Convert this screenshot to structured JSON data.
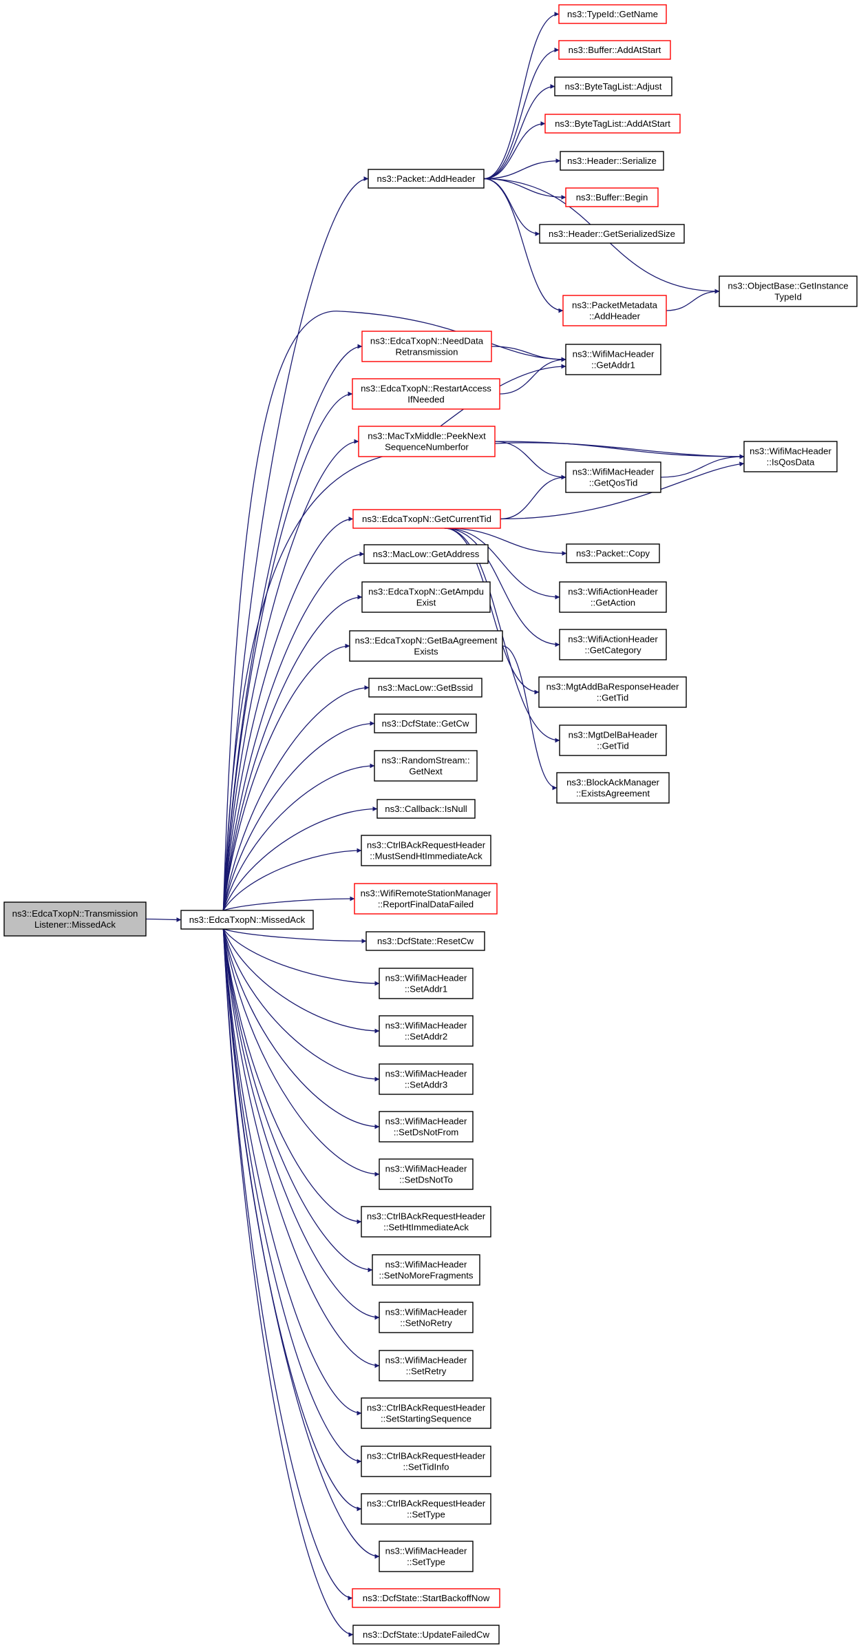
{
  "colors": {
    "edge": "#191970",
    "normal_border": "#000000",
    "truncated_border": "#ff0000",
    "root_fill": "#bfbfbf",
    "node_fill": "#ffffff"
  },
  "nodes": [
    {
      "id": "root",
      "lines": [
        "ns3::EdcaTxopN::Transmission",
        "Listener::MissedAck"
      ],
      "style": "root"
    },
    {
      "id": "missedack",
      "lines": [
        "ns3::EdcaTxopN::MissedAck"
      ],
      "style": "normal"
    },
    {
      "id": "addheader",
      "lines": [
        "ns3::Packet::AddHeader"
      ],
      "style": "normal"
    },
    {
      "id": "typeid_getname",
      "lines": [
        "ns3::TypeId::GetName"
      ],
      "style": "truncated"
    },
    {
      "id": "buffer_addatstart",
      "lines": [
        "ns3::Buffer::AddAtStart"
      ],
      "style": "truncated"
    },
    {
      "id": "btl_adjust",
      "lines": [
        "ns3::ByteTagList::Adjust"
      ],
      "style": "normal"
    },
    {
      "id": "btl_addatstart",
      "lines": [
        "ns3::ByteTagList::AddAtStart"
      ],
      "style": "truncated"
    },
    {
      "id": "header_serialize",
      "lines": [
        "ns3::Header::Serialize"
      ],
      "style": "normal"
    },
    {
      "id": "buffer_begin",
      "lines": [
        "ns3::Buffer::Begin"
      ],
      "style": "truncated"
    },
    {
      "id": "header_getsersize",
      "lines": [
        "ns3::Header::GetSerializedSize"
      ],
      "style": "normal"
    },
    {
      "id": "objectbase_getinstance",
      "lines": [
        "ns3::ObjectBase::GetInstance",
        "TypeId"
      ],
      "style": "normal"
    },
    {
      "id": "pktmeta_addheader",
      "lines": [
        "ns3::PacketMetadata",
        "::AddHeader"
      ],
      "style": "truncated"
    },
    {
      "id": "needdata",
      "lines": [
        "ns3::EdcaTxopN::NeedData",
        "Retransmission"
      ],
      "style": "truncated"
    },
    {
      "id": "getaddr1",
      "lines": [
        "ns3::WifiMacHeader",
        "::GetAddr1"
      ],
      "style": "normal"
    },
    {
      "id": "restartaccess",
      "lines": [
        "ns3::EdcaTxopN::RestartAccess",
        "IfNeeded"
      ],
      "style": "truncated"
    },
    {
      "id": "peeknext",
      "lines": [
        "ns3::MacTxMiddle::PeekNext",
        "SequenceNumberfor"
      ],
      "style": "truncated"
    },
    {
      "id": "isqosdata",
      "lines": [
        "ns3::WifiMacHeader",
        "::IsQosData"
      ],
      "style": "normal"
    },
    {
      "id": "getqostid",
      "lines": [
        "ns3::WifiMacHeader",
        "::GetQosTid"
      ],
      "style": "normal"
    },
    {
      "id": "getcurrenttid",
      "lines": [
        "ns3::EdcaTxopN::GetCurrentTid"
      ],
      "style": "truncated"
    },
    {
      "id": "packet_copy",
      "lines": [
        "ns3::Packet::Copy"
      ],
      "style": "normal"
    },
    {
      "id": "getaddress",
      "lines": [
        "ns3::MacLow::GetAddress"
      ],
      "style": "normal"
    },
    {
      "id": "getampdu",
      "lines": [
        "ns3::EdcaTxopN::GetAmpdu",
        "Exist"
      ],
      "style": "normal"
    },
    {
      "id": "getaction",
      "lines": [
        "ns3::WifiActionHeader",
        "::GetAction"
      ],
      "style": "normal"
    },
    {
      "id": "getbaagreement",
      "lines": [
        "ns3::EdcaTxopN::GetBaAgreement",
        "Exists"
      ],
      "style": "normal"
    },
    {
      "id": "getcategory",
      "lines": [
        "ns3::WifiActionHeader",
        "::GetCategory"
      ],
      "style": "normal"
    },
    {
      "id": "getbssid",
      "lines": [
        "ns3::MacLow::GetBssid"
      ],
      "style": "normal"
    },
    {
      "id": "addbaresp_gettid",
      "lines": [
        "ns3::MgtAddBaResponseHeader",
        "::GetTid"
      ],
      "style": "normal"
    },
    {
      "id": "getcw",
      "lines": [
        "ns3::DcfState::GetCw"
      ],
      "style": "normal"
    },
    {
      "id": "delba_gettid",
      "lines": [
        "ns3::MgtDelBaHeader",
        "::GetTid"
      ],
      "style": "normal"
    },
    {
      "id": "getnext",
      "lines": [
        "ns3::RandomStream::",
        "GetNext"
      ],
      "style": "normal"
    },
    {
      "id": "existsagreement",
      "lines": [
        "ns3::BlockAckManager",
        "::ExistsAgreement"
      ],
      "style": "normal"
    },
    {
      "id": "isnull",
      "lines": [
        "ns3::Callback::IsNull"
      ],
      "style": "normal"
    },
    {
      "id": "mustsend",
      "lines": [
        "ns3::CtrlBAckRequestHeader",
        "::MustSendHtImmediateAck"
      ],
      "style": "normal"
    },
    {
      "id": "reportfinal",
      "lines": [
        "ns3::WifiRemoteStationManager",
        "::ReportFinalDataFailed"
      ],
      "style": "truncated"
    },
    {
      "id": "resetcw",
      "lines": [
        "ns3::DcfState::ResetCw"
      ],
      "style": "normal"
    },
    {
      "id": "setaddr1",
      "lines": [
        "ns3::WifiMacHeader",
        "::SetAddr1"
      ],
      "style": "normal"
    },
    {
      "id": "setaddr2",
      "lines": [
        "ns3::WifiMacHeader",
        "::SetAddr2"
      ],
      "style": "normal"
    },
    {
      "id": "setaddr3",
      "lines": [
        "ns3::WifiMacHeader",
        "::SetAddr3"
      ],
      "style": "normal"
    },
    {
      "id": "setdsnotfrom",
      "lines": [
        "ns3::WifiMacHeader",
        "::SetDsNotFrom"
      ],
      "style": "normal"
    },
    {
      "id": "setdsnotto",
      "lines": [
        "ns3::WifiMacHeader",
        "::SetDsNotTo"
      ],
      "style": "normal"
    },
    {
      "id": "sethtimmediate",
      "lines": [
        "ns3::CtrlBAckRequestHeader",
        "::SetHtImmediateAck"
      ],
      "style": "normal"
    },
    {
      "id": "setnomorefrag",
      "lines": [
        "ns3::WifiMacHeader",
        "::SetNoMoreFragments"
      ],
      "style": "normal"
    },
    {
      "id": "setnoretry",
      "lines": [
        "ns3::WifiMacHeader",
        "::SetNoRetry"
      ],
      "style": "normal"
    },
    {
      "id": "setretry",
      "lines": [
        "ns3::WifiMacHeader",
        "::SetRetry"
      ],
      "style": "normal"
    },
    {
      "id": "setstartingseq",
      "lines": [
        "ns3::CtrlBAckRequestHeader",
        "::SetStartingSequence"
      ],
      "style": "normal"
    },
    {
      "id": "settidinfo",
      "lines": [
        "ns3::CtrlBAckRequestHeader",
        "::SetTidInfo"
      ],
      "style": "normal"
    },
    {
      "id": "ctrl_settype",
      "lines": [
        "ns3::CtrlBAckRequestHeader",
        "::SetType"
      ],
      "style": "normal"
    },
    {
      "id": "mac_settype",
      "lines": [
        "ns3::WifiMacHeader",
        "::SetType"
      ],
      "style": "normal"
    },
    {
      "id": "startbackoff",
      "lines": [
        "ns3::DcfState::StartBackoffNow"
      ],
      "style": "truncated"
    },
    {
      "id": "updatefailedcw",
      "lines": [
        "ns3::DcfState::UpdateFailedCw"
      ],
      "style": "normal"
    }
  ],
  "edges": [
    [
      "root",
      "missedack"
    ],
    [
      "missedack",
      "addheader"
    ],
    [
      "addheader",
      "typeid_getname"
    ],
    [
      "addheader",
      "buffer_addatstart"
    ],
    [
      "addheader",
      "btl_adjust"
    ],
    [
      "addheader",
      "btl_addatstart"
    ],
    [
      "addheader",
      "header_serialize"
    ],
    [
      "addheader",
      "buffer_begin"
    ],
    [
      "addheader",
      "header_getsersize"
    ],
    [
      "addheader",
      "objectbase_getinstance"
    ],
    [
      "addheader",
      "pktmeta_addheader"
    ],
    [
      "pktmeta_addheader",
      "objectbase_getinstance"
    ],
    [
      "missedack",
      "getaddr1"
    ],
    [
      "missedack",
      "needdata"
    ],
    [
      "needdata",
      "getaddr1"
    ],
    [
      "missedack",
      "restartaccess"
    ],
    [
      "restartaccess",
      "getaddr1"
    ],
    [
      "missedack",
      "peeknext"
    ],
    [
      "peeknext",
      "getaddr1"
    ],
    [
      "peeknext",
      "isqosdata"
    ],
    [
      "peeknext",
      "getqostid"
    ],
    [
      "missedack",
      "isqosdata"
    ],
    [
      "getqostid",
      "isqosdata"
    ],
    [
      "missedack",
      "getcurrenttid"
    ],
    [
      "getcurrenttid",
      "getqostid"
    ],
    [
      "getcurrenttid",
      "isqosdata"
    ],
    [
      "getcurrenttid",
      "packet_copy"
    ],
    [
      "getcurrenttid",
      "getaction"
    ],
    [
      "getcurrenttid",
      "getcategory"
    ],
    [
      "getcurrenttid",
      "addbaresp_gettid"
    ],
    [
      "getcurrenttid",
      "delba_gettid"
    ],
    [
      "missedack",
      "getaddress"
    ],
    [
      "missedack",
      "getampdu"
    ],
    [
      "missedack",
      "getbaagreement"
    ],
    [
      "getbaagreement",
      "existsagreement"
    ],
    [
      "missedack",
      "getbssid"
    ],
    [
      "missedack",
      "getcw"
    ],
    [
      "missedack",
      "getnext"
    ],
    [
      "missedack",
      "isnull"
    ],
    [
      "missedack",
      "mustsend"
    ],
    [
      "missedack",
      "reportfinal"
    ],
    [
      "missedack",
      "resetcw"
    ],
    [
      "missedack",
      "setaddr1"
    ],
    [
      "missedack",
      "setaddr2"
    ],
    [
      "missedack",
      "setaddr3"
    ],
    [
      "missedack",
      "setdsnotfrom"
    ],
    [
      "missedack",
      "setdsnotto"
    ],
    [
      "missedack",
      "sethtimmediate"
    ],
    [
      "missedack",
      "setnomorefrag"
    ],
    [
      "missedack",
      "setnoretry"
    ],
    [
      "missedack",
      "setretry"
    ],
    [
      "missedack",
      "setstartingseq"
    ],
    [
      "missedack",
      "settidinfo"
    ],
    [
      "missedack",
      "ctrl_settype"
    ],
    [
      "missedack",
      "mac_settype"
    ],
    [
      "missedack",
      "startbackoff"
    ],
    [
      "missedack",
      "updatefailedcw"
    ]
  ]
}
